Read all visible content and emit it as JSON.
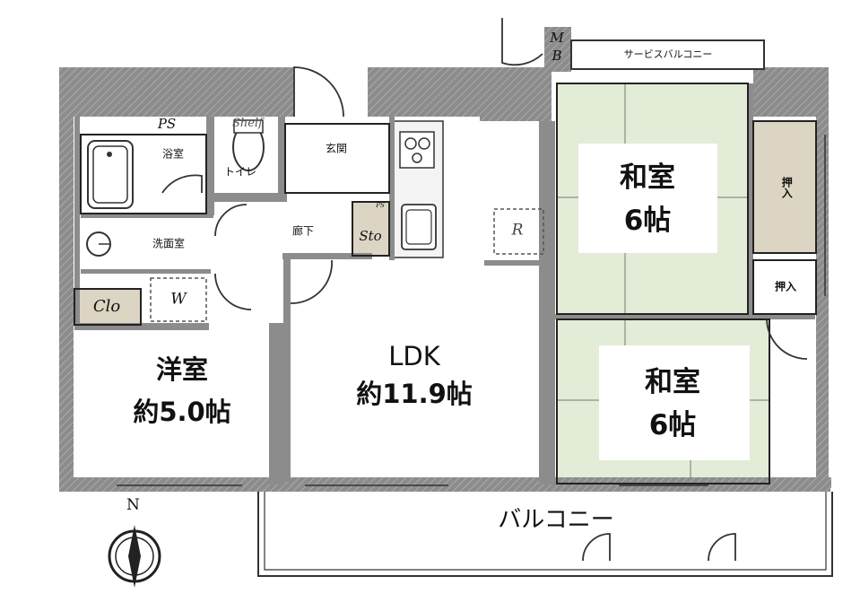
{
  "labels": {
    "mb_m": "M",
    "mb_b": "B",
    "service_balcony": "サービスバルコニー",
    "ps": "PS",
    "shelf": "Shelf",
    "bathroom": "浴室",
    "toilet": "トイレ",
    "entrance": "玄関",
    "corridor": "廊下",
    "sto": "Sto",
    "washroom": "洗面室",
    "washer": "W",
    "clo": "Clo",
    "ps_small": "PS",
    "refrigerator": "R",
    "washitsu_upper_name": "和室",
    "washitsu_upper_size": "6帖",
    "oshiire_upper": "押入",
    "oshiire_lower": "押入",
    "youshitsu_name": "洋室",
    "youshitsu_size": "約5.0帖",
    "ldk_name": "LDK",
    "ldk_size": "約11.9帖",
    "washitsu_lower_name": "和室",
    "washitsu_lower_size": "6帖",
    "balcony": "バルコニー",
    "north": "N"
  },
  "colors": {
    "wall": "#8c8c8c",
    "tatami": "#e3ecd7",
    "closet": "#ddd5c4",
    "line": "#222222"
  }
}
